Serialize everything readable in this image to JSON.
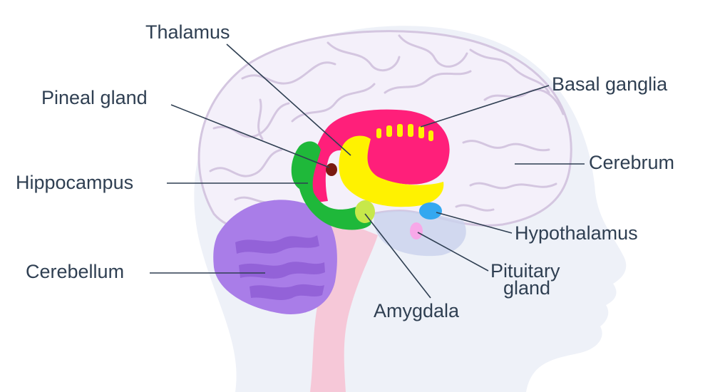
{
  "labels": {
    "thalamus": "Thalamus",
    "pineal_gland": "Pineal gland",
    "hippocampus": "Hippocampus",
    "cerebellum": "Cerebellum",
    "basal_ganglia": "Basal ganglia",
    "cerebrum": "Cerebrum",
    "hypothalamus": "Hypothalamus",
    "pituitary_gland_line1": "Pituitary",
    "pituitary_gland_line2": "gland",
    "amygdala": "Amygdala"
  },
  "colors": {
    "head": "#eef1f8",
    "cerebrum": "#f4f0fa",
    "cerebrum_outline": "#d4c6e0",
    "brainstem": "#f6c8d8",
    "cerebellum": "#a97de8",
    "basal_ganglia": "#ff1f7a",
    "thalamus": "#fff200",
    "hippocampus": "#1fb83a",
    "amygdala": "#c7e84a",
    "hypothalamus": "#34a8f0",
    "pituitary": "#f7a8e8",
    "pineal": "#7a1a10",
    "midbrain": "#c9d2ec",
    "text": "#2f3f52"
  }
}
